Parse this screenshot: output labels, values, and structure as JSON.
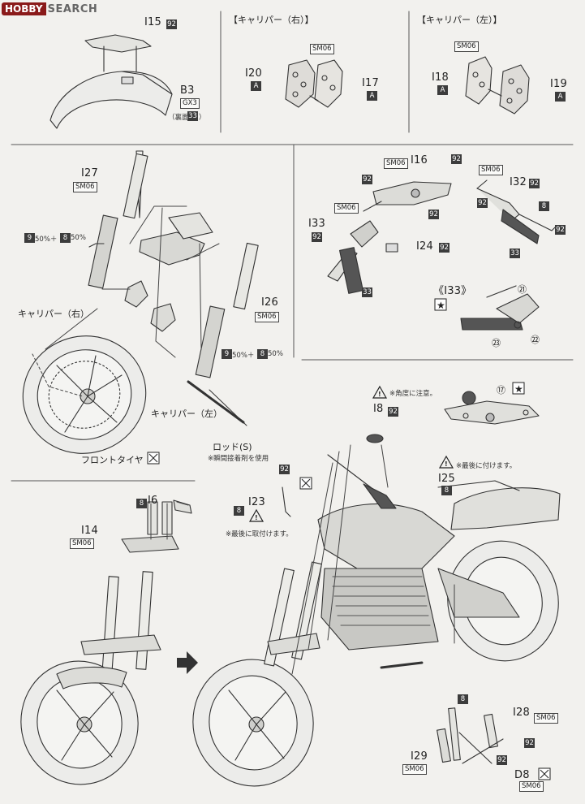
{
  "watermark": {
    "brand": "HOBBY",
    "site": "SEARCH"
  },
  "sections": {
    "fender": {
      "part": "I15",
      "part_num": "92",
      "fender": "B3",
      "fender_code": "GX3",
      "back_note": "（裏面",
      "back_num": "33",
      "back_close": "）"
    },
    "caliper_right": {
      "title": "【キャリパー（右）】",
      "code": "SM06",
      "left_part": "I20",
      "left_letter": "A",
      "right_part": "I17",
      "right_letter": "A"
    },
    "caliper_left": {
      "title": "【キャリパー（左）】",
      "code": "SM06",
      "left_part": "I18",
      "left_letter": "A",
      "right_part": "I19",
      "right_letter": "A"
    },
    "fork": {
      "i27": "I27",
      "i27_code": "SM06",
      "mix_a": "9",
      "mix_a_pct": "50%＋",
      "mix_b": "8",
      "mix_b_pct": "50%",
      "caliper_r": "キャリパー（右）",
      "i26": "I26",
      "i26_code": "SM06",
      "mix2_a": "9",
      "mix2_a_pct": "50%＋",
      "mix2_b": "8",
      "mix2_b_pct": "50%",
      "caliper_l": "キャリパー（左）",
      "front_tire": "フロントタイヤ",
      "rod": "ロッド(S)",
      "rod_note": "※瞬間接着剤を使用"
    },
    "handle": {
      "i16": "I16",
      "i16_code": "SM06",
      "i16_num": "92",
      "left_code": "SM06",
      "i33": "I33",
      "i33_num": "92",
      "clamp_num": "92",
      "inner_num": "92",
      "i24": "I24",
      "i24_num": "92",
      "grip_num": "33",
      "right_code": "SM06",
      "i32": "I32",
      "i32_num": "92",
      "right_clamp": "92",
      "right_8": "8",
      "right_tip": "92",
      "right_grip": "33",
      "detail_title": "《I33》",
      "callouts": [
        "㉑",
        "㉒",
        "㉓"
      ]
    },
    "topclamp": {
      "warning": "※角度に注意。",
      "callout": "⑰"
    },
    "assembly": {
      "i6_num": "8",
      "i6": "I6",
      "i14": "I14",
      "i14_code": "SM06",
      "i8": "I8",
      "i8_num": "92",
      "i23_num": "92",
      "i23": "I23",
      "i23_badge": "8",
      "i23_note": "※最後に取付けます。",
      "i25_note": "※最後に付けます。",
      "i25": "I25",
      "i25_num": "8"
    },
    "stand": {
      "top_num": "8",
      "i28": "I28",
      "i28_code": "SM06",
      "i28_num": "92",
      "i29": "I29",
      "i29_code": "SM06",
      "d8": "D8",
      "d8_code": "SM06",
      "d8_num": "92"
    }
  }
}
